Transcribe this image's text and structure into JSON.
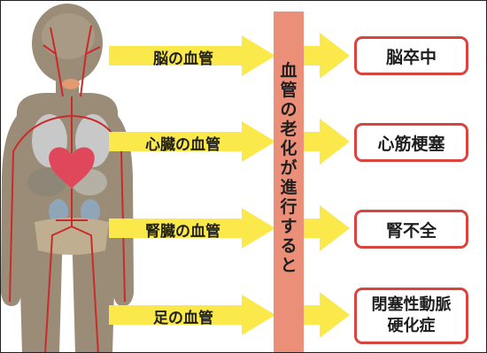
{
  "rows": [
    {
      "vessel": "脳の血管",
      "disease": "脳卒中"
    },
    {
      "vessel": "心臓の血管",
      "disease": "心筋梗塞"
    },
    {
      "vessel": "腎臓の血管",
      "disease": "腎不全"
    },
    {
      "vessel": "足の血管",
      "disease": "閉塞性動脈硬化症"
    }
  ],
  "band_text": "血管の老化が進行すると",
  "colors": {
    "arrow": "#fbe84a",
    "band": "#ec8f78",
    "box_border": "#d9443f",
    "body": "#9a8c77",
    "vessel": "#cc2a2a",
    "heart": "#e0475a"
  }
}
